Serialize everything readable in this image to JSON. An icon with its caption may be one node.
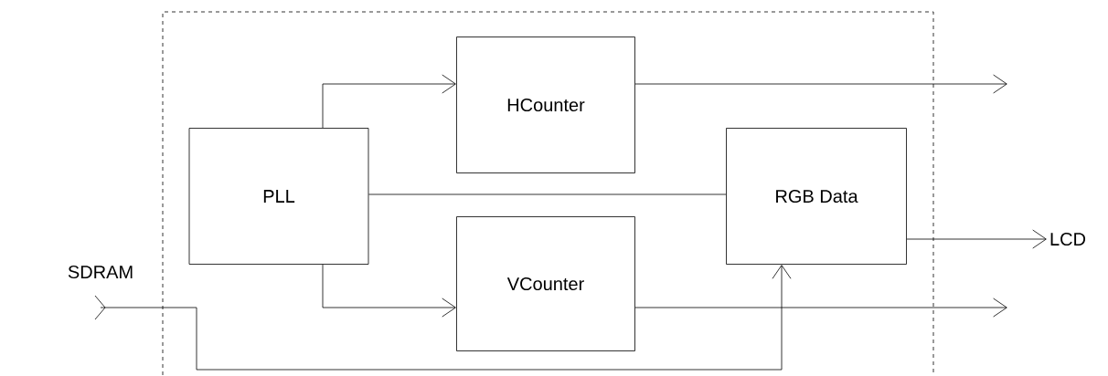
{
  "diagram": {
    "nodes": [
      {
        "text": [],
        "shape": "box"
      },
      {
        "text": [
          "PLL"
        ],
        "in": 0
      },
      {
        "text": [
          "HCounter"
        ],
        "in": 0
      },
      {
        "text": [
          "VCounter"
        ],
        "in": 0
      },
      {
        "text": [
          "RGB Data"
        ],
        "in": 0
      },
      {
        "text": [
          "SDRAM"
        ]
      },
      {
        "text": [
          "LCD"
        ]
      }
    ],
    "edges": [
      {
        "from": 1,
        "to": 2,
        "arrow": "to"
      },
      {
        "from": 1,
        "to": 3,
        "arrow": "to"
      },
      {
        "from": 1,
        "to": 4,
        "arrow": "none"
      },
      {
        "from": 2,
        "to": null,
        "arrow": "to"
      },
      {
        "from": 4,
        "to": 6,
        "arrow": "to"
      },
      {
        "from": 3,
        "to": null,
        "arrow": "to"
      },
      {
        "from": 5,
        "to": 4,
        "arrow": "to"
      }
    ]
  }
}
